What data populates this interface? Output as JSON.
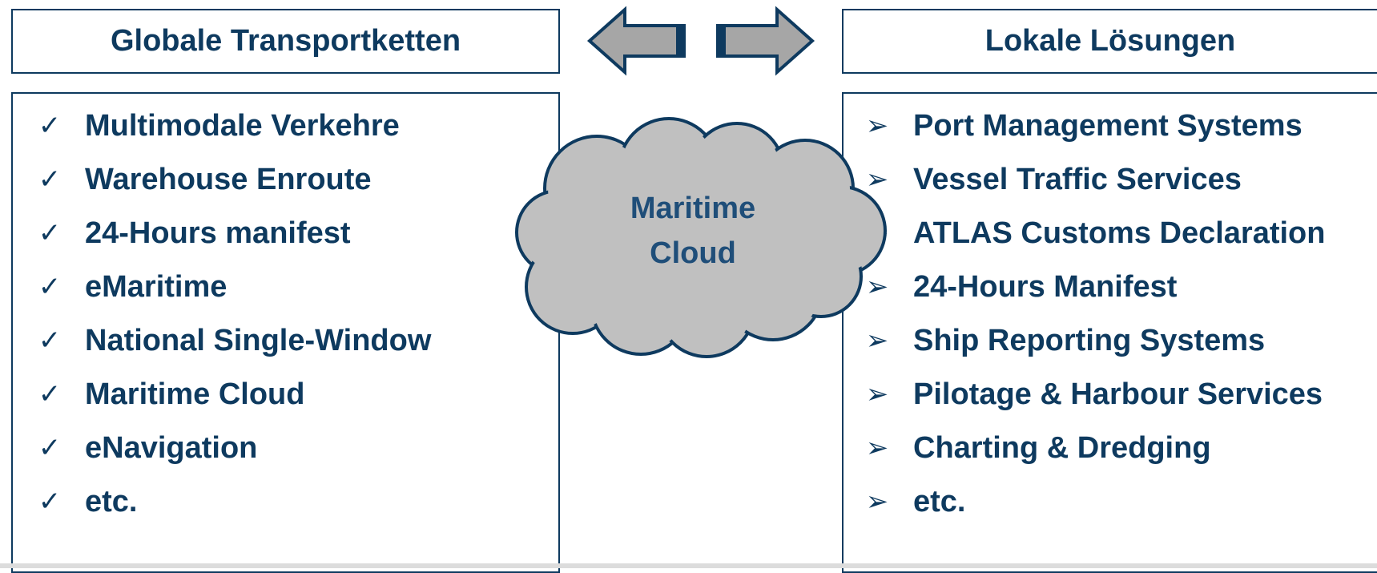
{
  "left": {
    "title": "Globale Transportketten",
    "items": [
      "Multimodale Verkehre",
      "Warehouse Enroute",
      "24-Hours manifest",
      "eMaritime",
      "National Single-Window",
      "Maritime Cloud",
      "eNavigation",
      "etc."
    ],
    "marker": "✓"
  },
  "right": {
    "title": "Lokale Lösungen",
    "items": [
      "Port Management Systems",
      "Vessel Traffic Services",
      "ATLAS Customs Declaration",
      "24-Hours Manifest",
      "Ship Reporting Systems",
      "Pilotage & Harbour Services",
      "Charting & Dredging",
      "etc."
    ],
    "marker": "➢"
  },
  "cloud": {
    "line1": "Maritime",
    "line2": "Cloud"
  },
  "colors": {
    "text": "#0e3a5f",
    "border": "#0e3a5f",
    "cloud_fill": "#c0c0c0",
    "arrow_fill": "#a6a6a6"
  }
}
